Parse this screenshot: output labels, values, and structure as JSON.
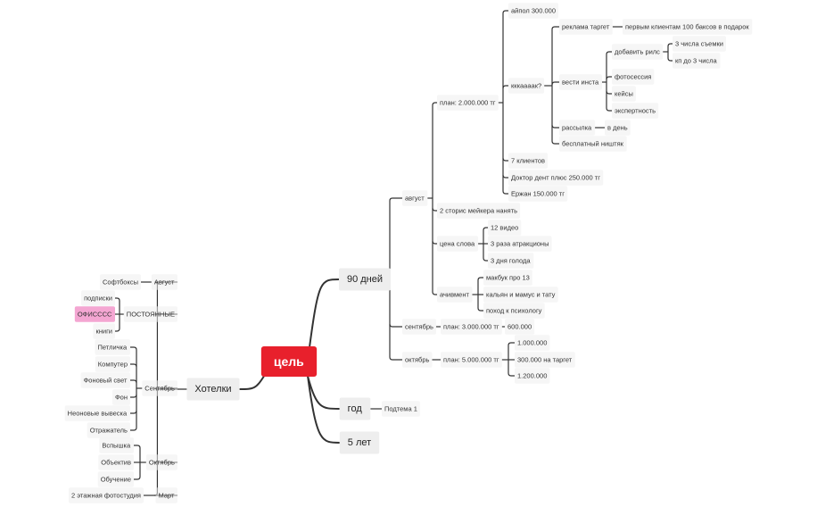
{
  "root": {
    "label": "цель"
  },
  "branches": {
    "days90": {
      "label": "90 дней",
      "august": {
        "label": "август",
        "plan": {
          "label": "план: 2.000.000 тг",
          "aipol": "айпол 300.000",
          "how": {
            "label": "кккаааак?",
            "ads": {
              "label": "реклама таргет",
              "child": "первым клиентам 100 баксов в подарок"
            },
            "insta": {
              "label": "вести инста",
              "reels": {
                "label": "добавить рилс",
                "children": [
                  "3 числа съемки",
                  "кп до 3 числа"
                ]
              },
              "items": [
                "фотосессия",
                "кейсы",
                "экспертность"
              ]
            },
            "mailing": {
              "label": "рассылка",
              "child": "в день"
            },
            "freebie": "бесплатный ништяк"
          },
          "items": [
            "7 клиентов",
            "Доктор дент плюс 250.000 тг",
            "Ержан 150.000 тг"
          ]
        },
        "stories": "2 сторис мейкера нанять",
        "word": {
          "label": "цена слова",
          "children": [
            "12 видео",
            "3 раза атракционы",
            "3 дня голода"
          ]
        },
        "achievement": {
          "label": "ачивмент",
          "children": [
            "макбук про 13",
            "кальян и мамус и тату",
            "поход к психологу"
          ]
        }
      },
      "september": {
        "label": "сентябрь",
        "plan": "план: 3.000.000 тг",
        "value": "600.000"
      },
      "october": {
        "label": "октябрь",
        "plan": "план: 5.000.000 тг",
        "children": [
          "1.000.000",
          "300.000 на таргет",
          "1.200.000"
        ]
      }
    },
    "year": {
      "label": "год",
      "subtopic": "Подтема 1"
    },
    "years5": {
      "label": "5 лет"
    },
    "wants": {
      "label": "Хотелки",
      "august": {
        "label": "Август",
        "child": "Софтбоксы"
      },
      "permanent": {
        "label": "ПОСТОЯННЫЕ",
        "children": [
          "подписки",
          "ОФИСССС",
          "книги"
        ]
      },
      "september": {
        "label": "Сентябрь",
        "children": [
          "Петличка",
          "Компутер",
          "Фоновый свет",
          "Фон",
          "Неоновые вывеска",
          "Отражатель"
        ]
      },
      "october": {
        "label": "Октябрь",
        "children": [
          "Вспышка",
          "Объектив",
          "Обучение"
        ]
      },
      "march": {
        "label": "Март",
        "child": "2 этажная фотостудия"
      }
    }
  },
  "colors": {
    "root": "#e8202c",
    "line": "#333333",
    "highlight": "#f4a6d2",
    "box": "#eeeeee"
  }
}
